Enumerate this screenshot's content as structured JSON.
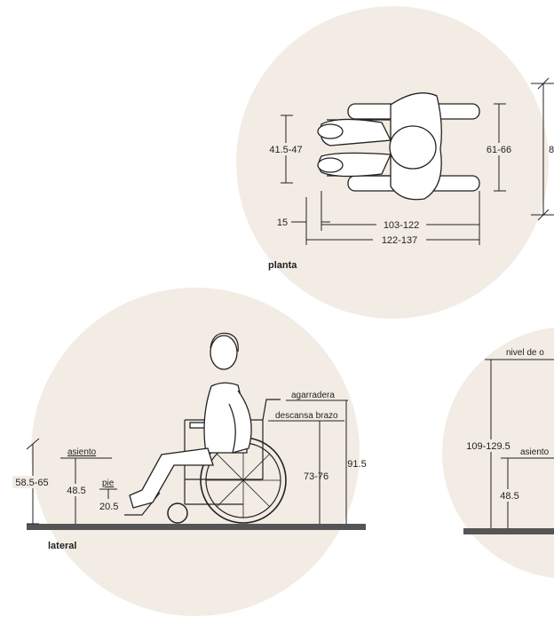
{
  "top_view": {
    "dims": {
      "a": "41.5-47",
      "b": "61-66",
      "c": "15",
      "d": "103-122",
      "e": "122-137",
      "partial_right": "8"
    },
    "caption": "planta"
  },
  "side_view": {
    "labels": {
      "asiento": "asiento",
      "pie": "pie",
      "agarradera": "agarradera",
      "descansa_brazo": "descansa brazo"
    },
    "dims": {
      "total_left": "58.5-65",
      "seat": "48.5",
      "foot": "20.5",
      "arm": "73-76",
      "handle": "91.5"
    },
    "caption": "lateral"
  },
  "front_view": {
    "labels": {
      "nivel": "nivel de o",
      "asiento": "asiento"
    },
    "dims": {
      "total": "109-129.5",
      "seat": "48.5"
    }
  }
}
